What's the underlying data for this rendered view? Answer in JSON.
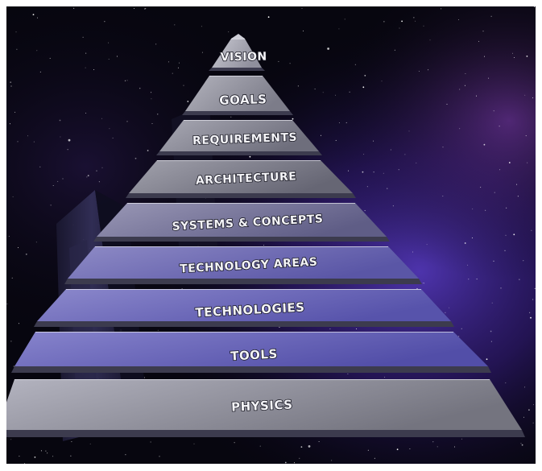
{
  "pyramid": {
    "tiers": [
      {
        "label": "VISION"
      },
      {
        "label": "GOALS"
      },
      {
        "label": "REQUIREMENTS"
      },
      {
        "label": "ARCHITECTURE"
      },
      {
        "label": "SYSTEMS & CONCEPTS"
      },
      {
        "label": "TECHNOLOGY AREAS"
      },
      {
        "label": "TECHNOLOGIES"
      },
      {
        "label": "TOOLS"
      },
      {
        "label": "PHYSICS"
      }
    ]
  },
  "colors": {
    "background": "#07060f",
    "nebula": "#4b2fb0",
    "stone_light": "#b9b9c2",
    "stone_dark": "#55555f",
    "lavender": "#8a86c8"
  }
}
